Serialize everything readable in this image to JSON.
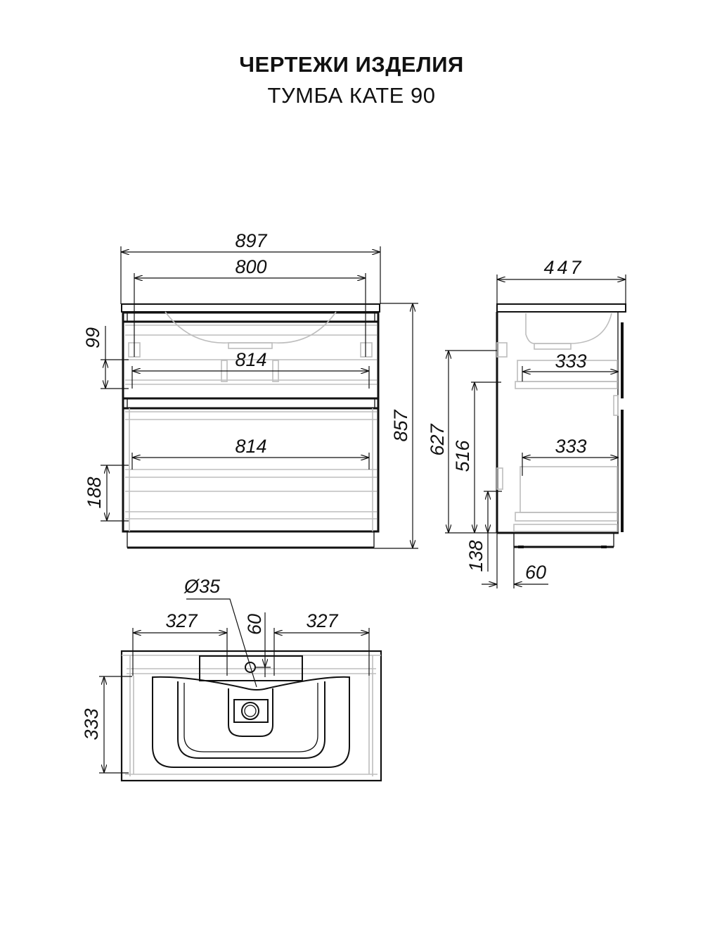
{
  "header": {
    "title": "ЧЕРТЕЖИ ИЗДЕЛИЯ",
    "subtitle": "ТУМБА КАТЕ 90"
  },
  "front_view": {
    "overall_width": "897",
    "basin_width": "800",
    "upper_drawer_width": "814",
    "lower_drawer_width": "814",
    "upper_drawer_depth": "99",
    "lower_drawer_depth": "188",
    "overall_height": "857"
  },
  "side_view": {
    "overall_depth": "447",
    "upper_drawer_depth": "333",
    "lower_drawer_depth": "333",
    "height_627": "627",
    "height_516": "516",
    "height_138": "138",
    "offset_60": "60"
  },
  "top_view": {
    "hole_diameter": "Ø35",
    "left_offset": "327",
    "right_offset": "327",
    "hole_offset": "60",
    "basin_depth": "333"
  }
}
